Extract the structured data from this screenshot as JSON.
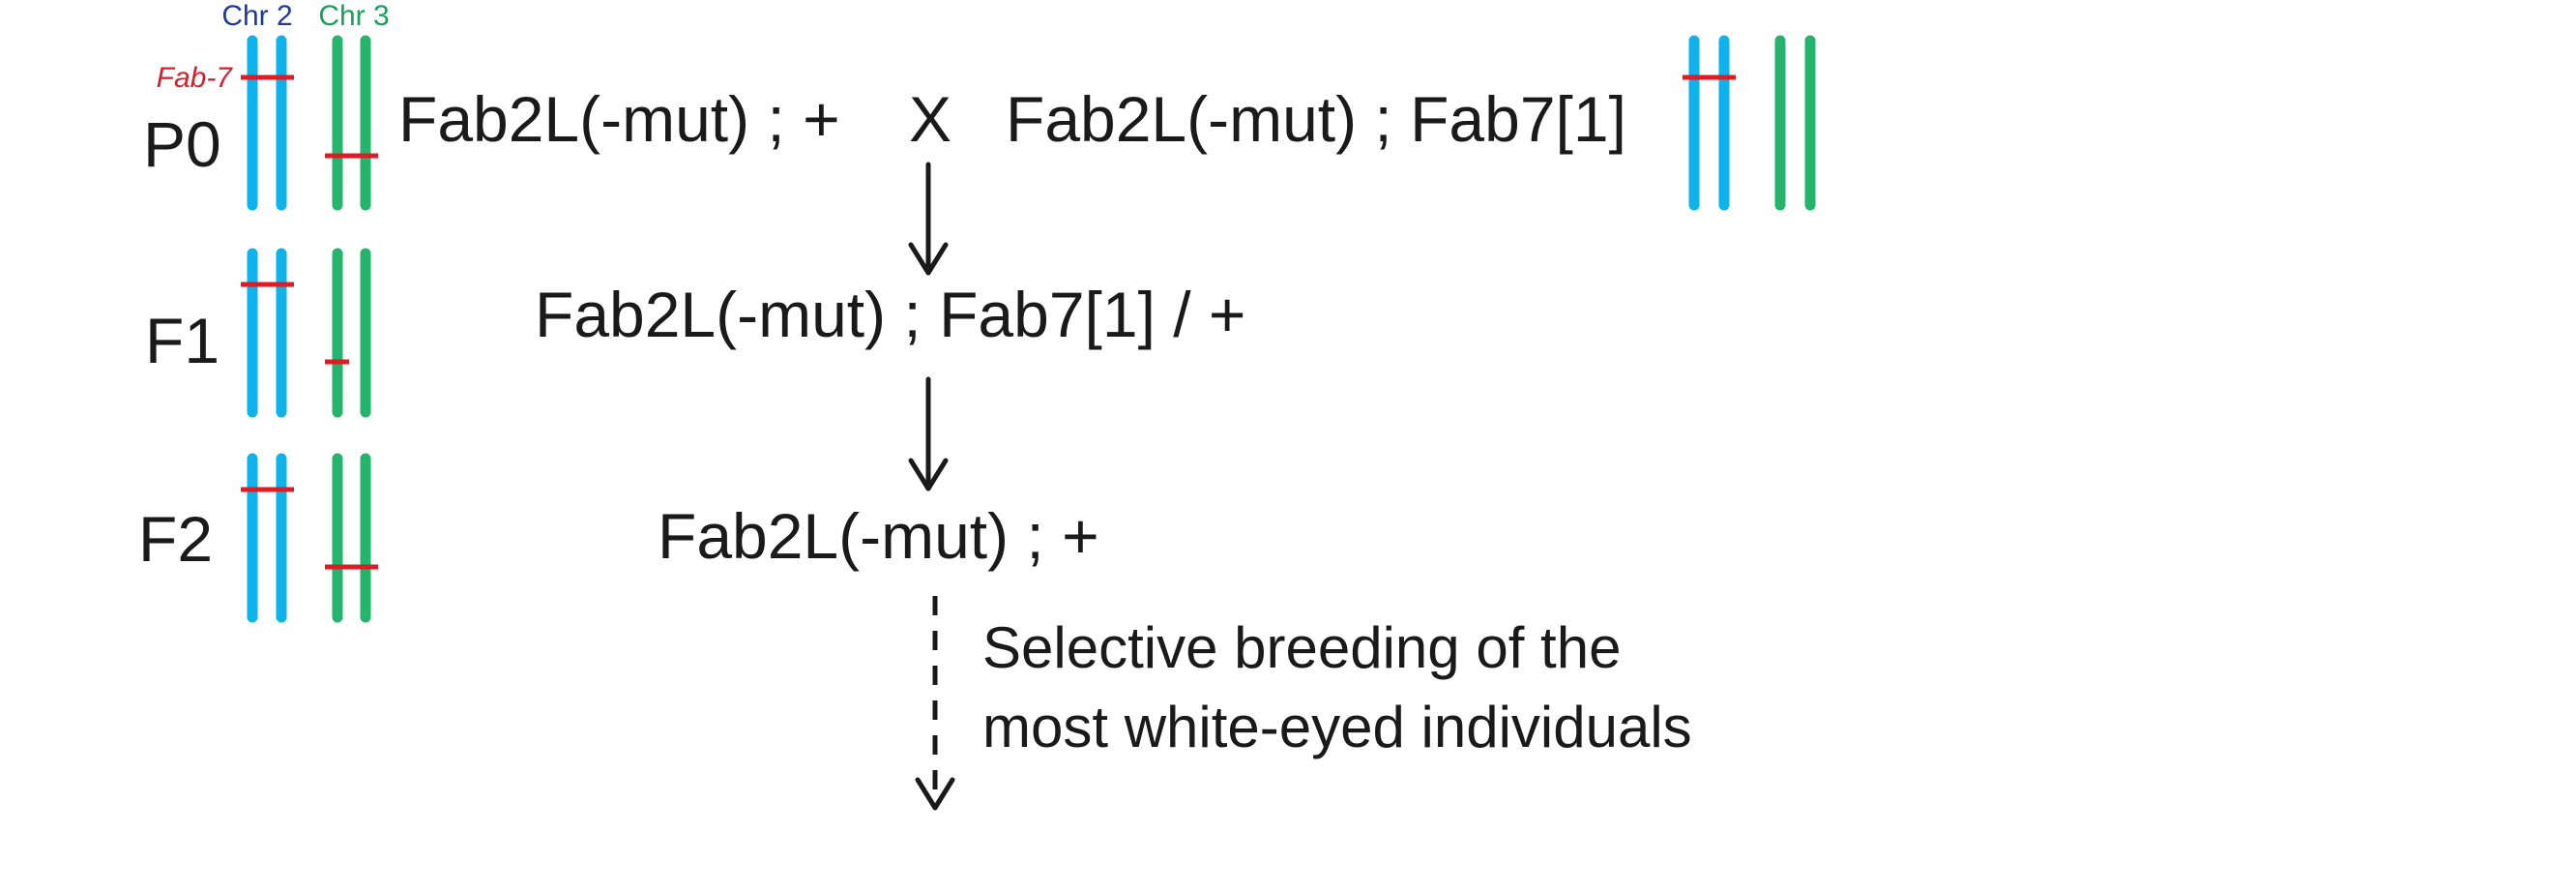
{
  "headers": {
    "chr2": "Chr 2",
    "chr3": "Chr 3",
    "fab7_marker": "Fab-7"
  },
  "generations": {
    "p0": "P0",
    "f1": "F1",
    "f2": "F2"
  },
  "cross": {
    "left_genotype": "Fab2L(-mut) ; +",
    "operator": "X",
    "right_genotype": "Fab2L(-mut) ; Fab7[1]"
  },
  "f1_genotype": "Fab2L(-mut) ; Fab7[1] / +",
  "f2_genotype": "Fab2L(-mut) ; +",
  "selection_note": {
    "line1": "Selective breeding of the",
    "line2": "most white-eyed individuals"
  },
  "colors": {
    "chr2": "#0db3ea",
    "chr3": "#25b46b",
    "marker": "#e01b24",
    "chr2_header": "#1f3a93",
    "chr3_header": "#19a05a"
  }
}
